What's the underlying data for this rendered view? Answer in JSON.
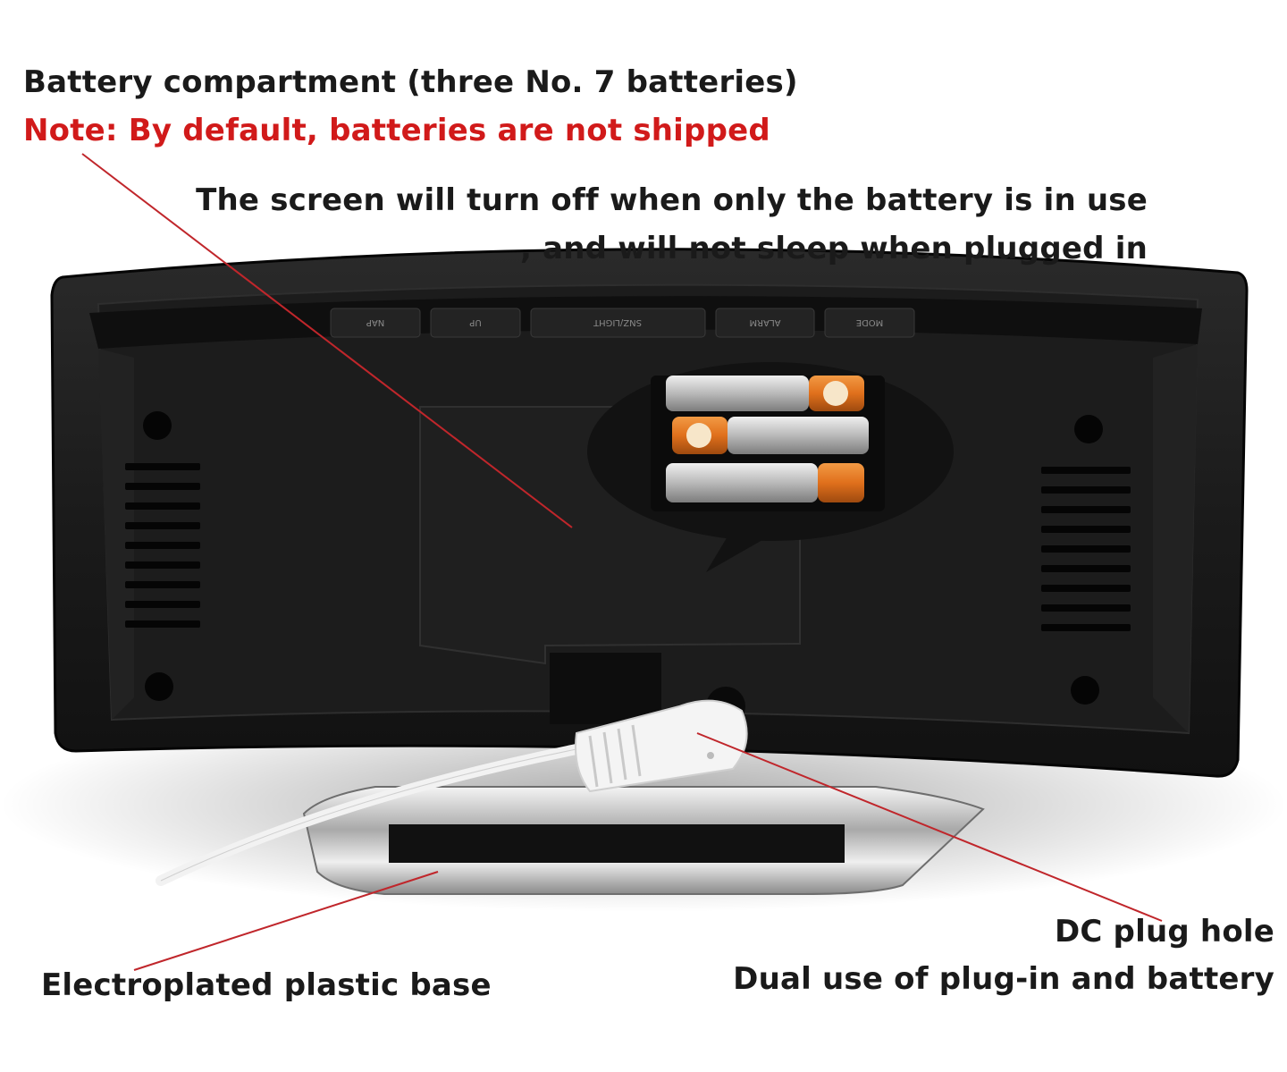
{
  "annotations": {
    "battery_compartment": "Battery compartment (three No. 7 batteries)",
    "battery_note": "Note: By default, batteries are not shipped",
    "screen_line1": "The screen will turn off when only the battery is in use",
    "screen_line2": ", and will not sleep when plugged in",
    "dc_plug_hole": "DC plug hole",
    "dual_use": "Dual use of plug-in and battery",
    "base": "Electroplated plastic base"
  },
  "buttons": [
    "NAP",
    "UP",
    "SNZ/LIGHT",
    "ALARM",
    "MODE"
  ],
  "colors": {
    "note_text": "#d11a1a",
    "leader_line": "#c0262b",
    "body_text": "#1a1a1a",
    "clock_body": "#161616",
    "battery_orange": "#e0701c",
    "battery_silver": "#c8c8c8",
    "cable": "#f2f2f2",
    "chrome": "#dcdcdc"
  }
}
